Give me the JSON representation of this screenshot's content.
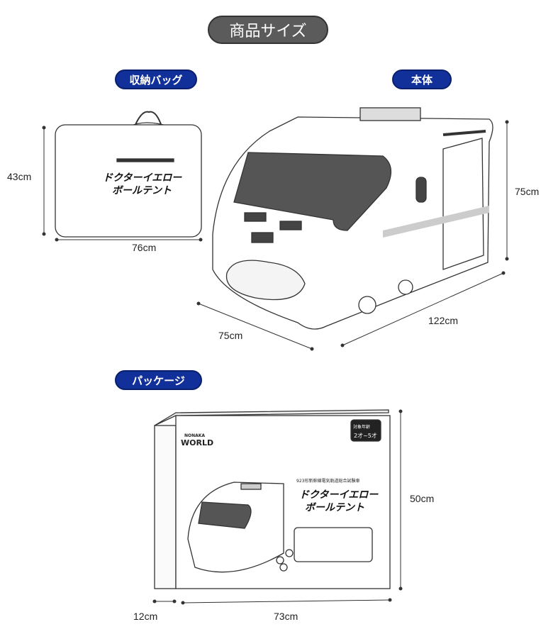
{
  "title": "商品サイズ",
  "sections": {
    "bag": {
      "label": "収納バッグ",
      "height": "43cm",
      "width": "76cm"
    },
    "body": {
      "label": "本体",
      "height": "75cm",
      "length": "122cm",
      "depth": "75cm"
    },
    "package": {
      "label": "パッケージ",
      "height": "50cm",
      "depth": "12cm",
      "width": "73cm"
    }
  },
  "product": {
    "name_line1": "ドクターイエロー",
    "name_line2": "ボールテント",
    "subtitle": "923形新幹線電気軌道総合試験車",
    "brand_line1": "NONAKA",
    "brand_line2": "WORLD",
    "age_label": "対象年齢",
    "age_value": "2才~5才"
  }
}
